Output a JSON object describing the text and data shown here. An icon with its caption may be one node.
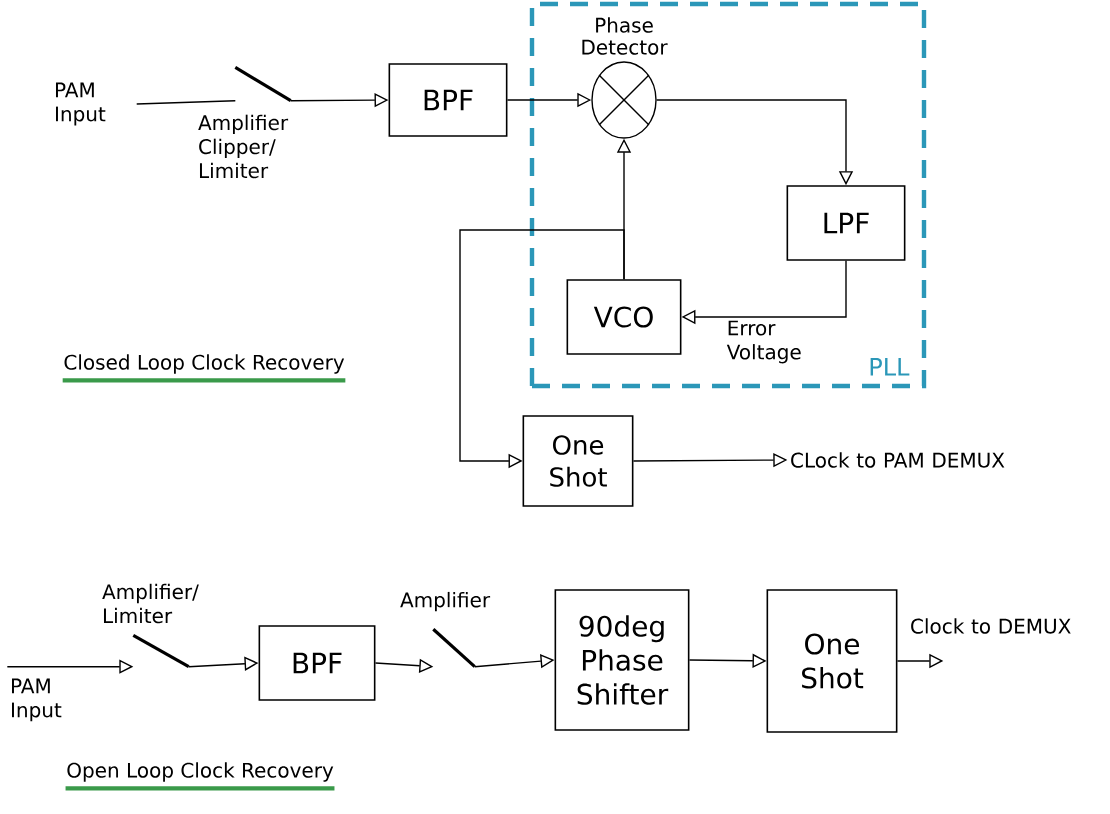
{
  "diagram": {
    "nodes": [
      {
        "text": [
          "PAM Input"
        ]
      },
      {
        "text": [
          "Amplifier Clipper/ Limiter"
        ]
      },
      {
        "text": [
          "BPF"
        ]
      },
      {
        "text": [
          "PLL"
        ]
      },
      {
        "text": [
          "Phase Detector"
        ],
        "in": 3
      },
      {
        "text": [
          "LPF"
        ],
        "in": 3
      },
      {
        "text": [
          "VCO"
        ],
        "in": 3
      },
      {
        "text": [
          "One Shot"
        ]
      },
      {
        "text": [
          "CLock to PAM DEMUX"
        ]
      },
      {
        "text": [
          "PAM Input"
        ]
      },
      {
        "text": [
          "Amplifier/ Limiter"
        ]
      },
      {
        "text": [
          "BPF"
        ]
      },
      {
        "text": [
          "Amplifier"
        ]
      },
      {
        "text": [
          "90deg Phase Shifter"
        ]
      },
      {
        "text": [
          "One Shot"
        ]
      },
      {
        "text": [
          "Clock to DEMUX"
        ]
      }
    ],
    "edges": [
      {
        "from": 0,
        "to": 1,
        "arrow": "none"
      },
      {
        "from": 1,
        "to": 2,
        "arrow": "to"
      },
      {
        "from": 2,
        "to": 4,
        "arrow": "to"
      },
      {
        "from": 4,
        "to": 5,
        "arrow": "to"
      },
      {
        "from": 5,
        "to": 6,
        "arrow": "to",
        "label": "Error Voltage"
      },
      {
        "from": 6,
        "to": 4,
        "arrow": "to"
      },
      {
        "from": 6,
        "to": 7,
        "arrow": "to"
      },
      {
        "from": 7,
        "to": 8,
        "arrow": "to"
      },
      {
        "from": 9,
        "to": 10,
        "arrow": "to"
      },
      {
        "from": 10,
        "to": 11,
        "arrow": "to"
      },
      {
        "from": 11,
        "to": 12,
        "arrow": "to"
      },
      {
        "from": 12,
        "to": 13,
        "arrow": "to"
      },
      {
        "from": 13,
        "to": 14,
        "arrow": "to"
      },
      {
        "from": 14,
        "to": 15,
        "arrow": "to"
      }
    ],
    "labels": [
      "Closed Loop Clock Recovery",
      "Open Loop Clock Recovery"
    ]
  }
}
